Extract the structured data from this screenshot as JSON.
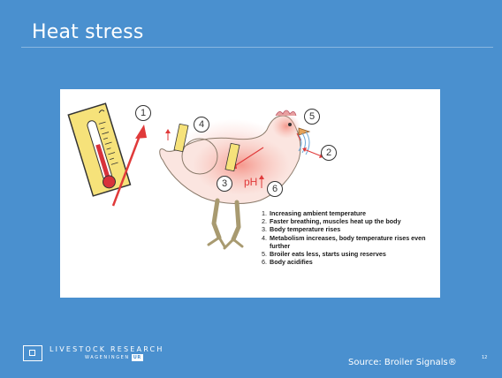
{
  "slide": {
    "title": "Heat stress",
    "page_number": "12"
  },
  "figure": {
    "callouts": [
      "1",
      "2",
      "3",
      "4",
      "5",
      "6"
    ],
    "ph_label": "pH",
    "legend": [
      {
        "num": "1.",
        "text": "Increasing ambient temperature"
      },
      {
        "num": "2.",
        "text": "Faster breathing, muscles heat up the body"
      },
      {
        "num": "3.",
        "text": "Body temperature rises"
      },
      {
        "num": "4.",
        "text": "Metabolism increases, body temperature rises even further"
      },
      {
        "num": "5.",
        "text": "Broiler eats less, starts using reserves"
      },
      {
        "num": "6.",
        "text": "Body acidifies"
      }
    ]
  },
  "footer": {
    "logo_main": "LIVESTOCK RESEARCH",
    "logo_sub": "WAGENINGEN",
    "logo_ur": "UR",
    "source": "Source: Broiler Signals®"
  },
  "colors": {
    "background": "#4a90cf",
    "accent_red": "#e03a3a",
    "heat_pink": "#f7b2a8"
  }
}
